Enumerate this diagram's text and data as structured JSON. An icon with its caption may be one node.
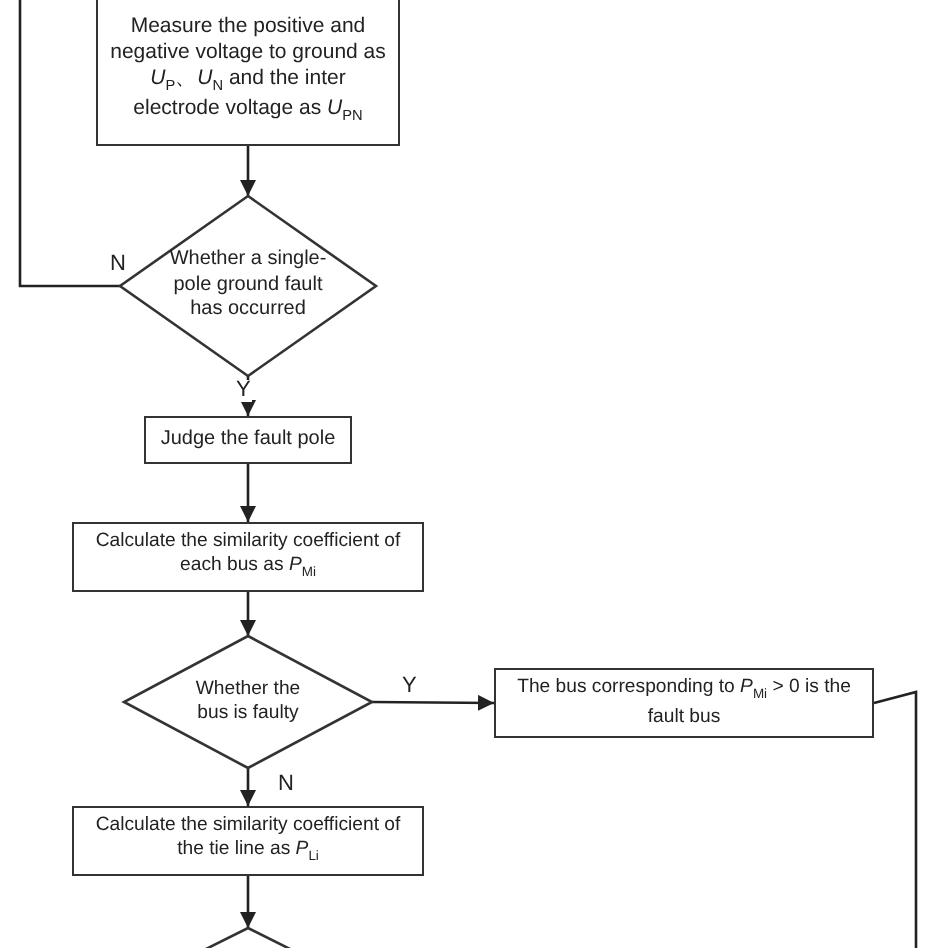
{
  "diagram": {
    "nodes": [
      {
        "text": [
          "Measure the positive and negative voltage  to ground as *U*$_{P}$、*U*$_{N}$ and the inter electrode voltage as *U*$_{PN}$"
        ]
      },
      {
        "text": [
          "Whether a single-pole ground fault has occurred"
        ]
      },
      {
        "text": [
          "Judge the fault pole"
        ]
      },
      {
        "text": [
          "Calculate the similarity coefficient of each bus as *P*$_{Mi}$"
        ]
      },
      {
        "text": [
          "Whether the bus is faulty"
        ]
      },
      {
        "text": [
          "The bus corresponding to *P*$_{Mi}$ > 0 is the fault bus"
        ]
      },
      {
        "text": [
          "Calculate the similarity coefficient of the tie line as *P*$_{Li}$"
        ]
      },
      {
        "text": [],
        "shape": "diamond"
      }
    ],
    "edges": [
      {
        "from": 0,
        "to": 1,
        "arrow": "to"
      },
      {
        "from": 1,
        "to": 2,
        "arrow": "to",
        "label": "Y"
      },
      {
        "from": 1,
        "to": null,
        "arrow": "none",
        "label": "N"
      },
      {
        "from": 2,
        "to": 3,
        "arrow": "to"
      },
      {
        "from": 3,
        "to": 4,
        "arrow": "to"
      },
      {
        "from": 4,
        "to": 5,
        "arrow": "to",
        "label": "Y"
      },
      {
        "from": 4,
        "to": 6,
        "arrow": "to",
        "label": "N"
      },
      {
        "from": 6,
        "to": 7,
        "arrow": "to"
      },
      {
        "from": 5,
        "to": null,
        "arrow": "none"
      }
    ]
  }
}
